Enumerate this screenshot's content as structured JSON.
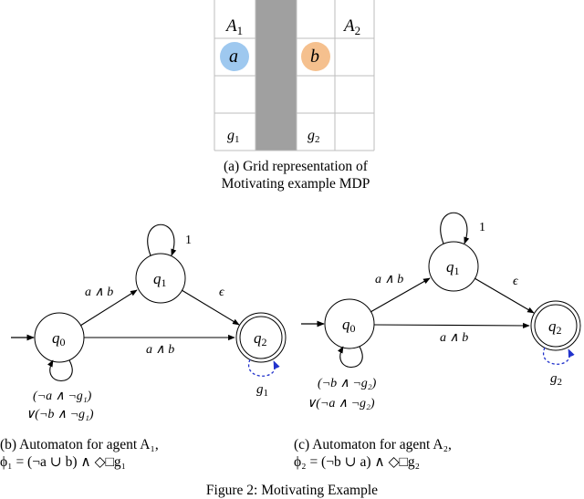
{
  "grid": {
    "agent1_label": "A",
    "agent1_sub": "1",
    "agent2_label": "A",
    "agent2_sub": "2",
    "token_a": "a",
    "token_b": "b",
    "goal1_label": "g",
    "goal1_sub": "1",
    "goal2_label": "g",
    "goal2_sub": "2",
    "caption_line1": "(a)  Grid  representation  of",
    "caption_line2": "Motivating example MDP",
    "colors": {
      "token_a": "#9ec8ef",
      "token_b": "#f5c08e",
      "wall": "#a0a0a0"
    }
  },
  "automaton_b": {
    "q0": "q",
    "q0_sub": "0",
    "q1": "q",
    "q1_sub": "1",
    "q2": "q",
    "q2_sub": "2",
    "edge_q0_q1": "a ∧ b",
    "edge_q0_q2": "a ∧ b",
    "edge_q1_q2": "ϵ",
    "loop_q1": "1",
    "loop_q0_line1": "(¬a ∧ ¬g₁)",
    "loop_q0_line2": "∨(¬b ∧ ¬g₁)",
    "loop_q2_label": "g",
    "loop_q2_sub": "1",
    "caption_line1": "(b) Automaton for agent A₁,",
    "caption_line2": "ϕ₁ = (¬a ∪ b) ∧ ◇□g₁"
  },
  "automaton_c": {
    "q0": "q",
    "q0_sub": "0",
    "q1": "q",
    "q1_sub": "1",
    "q2": "q",
    "q2_sub": "2",
    "edge_q0_q1": "a ∧ b",
    "edge_q0_q2": "a ∧ b",
    "edge_q1_q2": "ϵ",
    "loop_q1": "1",
    "loop_q0_line1": "(¬b ∧ ¬g₂)",
    "loop_q0_line2": "∨(¬a ∧ ¬g₂)",
    "loop_q2_label": "g",
    "loop_q2_sub": "2",
    "caption_line1": "(c) Automaton for agent A₂,",
    "caption_line2": "ϕ₂ = (¬b ∪ a) ∧ ◇□g₂"
  },
  "figure_caption": "Figure 2: Motivating Example"
}
